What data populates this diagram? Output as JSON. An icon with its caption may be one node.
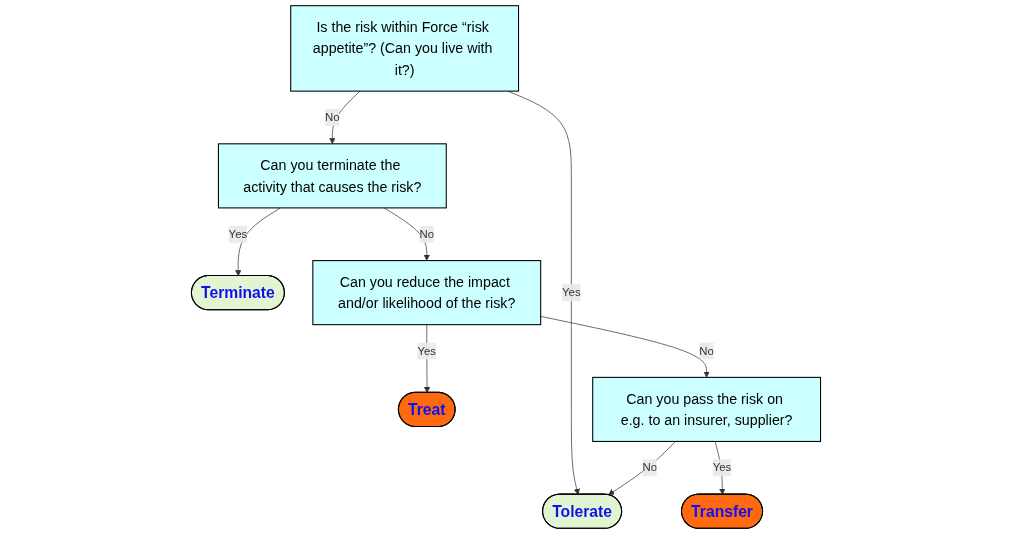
{
  "diagram": {
    "nodes": [
      {
        "text": [
          "Is the risk within Force “risk appetite”? (Can you live with it?)"
        ]
      },
      {
        "text": [
          "Can you terminate the activity that causes the risk?"
        ]
      },
      {
        "text": [
          "Terminate"
        ]
      },
      {
        "text": [
          "Can you reduce the impact and/or likelihood of the risk?"
        ]
      },
      {
        "text": [
          "Treat"
        ]
      },
      {
        "text": [
          "Tolerate"
        ]
      },
      {
        "text": [
          "Can you pass the risk on e.g. to an insurer, supplier?"
        ]
      },
      {
        "text": [
          "Transfer"
        ]
      }
    ],
    "edges": [
      {
        "from": 0,
        "to": 1,
        "arrow": "to",
        "label": "No"
      },
      {
        "from": 1,
        "to": 2,
        "arrow": "to",
        "label": "Yes"
      },
      {
        "from": 1,
        "to": 3,
        "arrow": "to",
        "label": "No"
      },
      {
        "from": 3,
        "to": 4,
        "arrow": "to",
        "label": "Yes"
      },
      {
        "from": 0,
        "to": 5,
        "arrow": "to",
        "label": "Yes"
      },
      {
        "from": 3,
        "to": 6,
        "arrow": "to",
        "label": "No"
      },
      {
        "from": 6,
        "to": 5,
        "arrow": "to",
        "label": "No"
      },
      {
        "from": 6,
        "to": 7,
        "arrow": "to",
        "label": "Yes"
      }
    ]
  }
}
